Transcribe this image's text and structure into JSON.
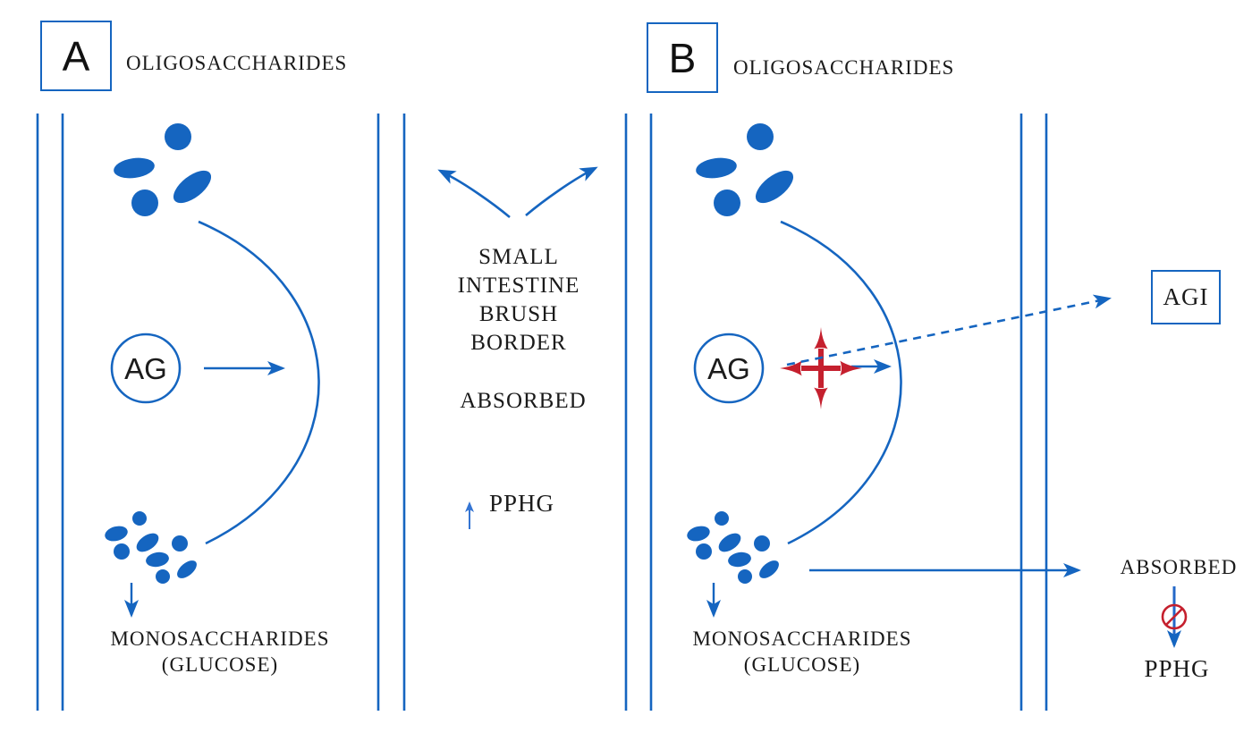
{
  "colors": {
    "blue": "#1565c0",
    "light_blue": "#3575d3",
    "red": "#c5202e",
    "text": "#1a1a1a"
  },
  "panel_a": {
    "label": "A",
    "oligosaccharides": "OLIGOSACCHARIDES",
    "enzyme": "AG",
    "monosaccharides_line1": "MONOSACCHARIDES",
    "monosaccharides_line2": "(GLUCOSE)"
  },
  "membrane": {
    "lines": [
      "SMALL",
      "INTESTINE",
      "BRUSH",
      "BORDER"
    ],
    "absorbed": "ABSORBED",
    "pphg": "PPHG"
  },
  "panel_b": {
    "label": "B",
    "oligosaccharides": "OLIGOSACCHARIDES",
    "enzyme": "AG",
    "inhibitor": "AGI",
    "monosaccharides_line1": "MONOSACCHARIDES",
    "monosaccharides_line2": "(GLUCOSE)",
    "absorbed": "ABSORBED",
    "pphg": "PPHG"
  },
  "icons": {
    "inhibitor_star": "four-point-star-with-crosshair",
    "blocked": "prohibition-circle-slash",
    "increase": "up-arrow"
  }
}
